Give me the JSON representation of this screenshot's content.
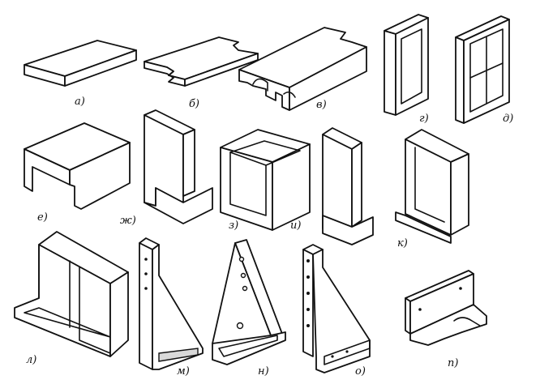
{
  "figure": {
    "colors": {
      "stroke": "#111111",
      "background": "#ffffff",
      "shade": "#d9d9d9"
    },
    "items": [
      {
        "id": "a",
        "label": "а)"
      },
      {
        "id": "b",
        "label": "б)"
      },
      {
        "id": "v",
        "label": "в)"
      },
      {
        "id": "g",
        "label": "г)"
      },
      {
        "id": "d",
        "label": "д)"
      },
      {
        "id": "e",
        "label": "е)"
      },
      {
        "id": "zh",
        "label": "ж)"
      },
      {
        "id": "z",
        "label": "з)"
      },
      {
        "id": "i",
        "label": "и)"
      },
      {
        "id": "k",
        "label": "к)"
      },
      {
        "id": "l",
        "label": "л)"
      },
      {
        "id": "m",
        "label": "м)"
      },
      {
        "id": "n",
        "label": "н)"
      },
      {
        "id": "o",
        "label": "о)"
      },
      {
        "id": "p",
        "label": "п)"
      }
    ]
  }
}
